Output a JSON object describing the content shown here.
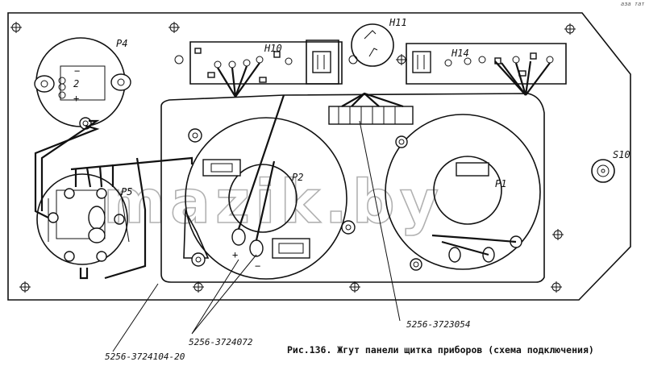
{
  "labels": {
    "p4": "P4",
    "p5": "P5",
    "p2": "P2",
    "p1": "P1",
    "h10": "H10",
    "h11": "H11",
    "h14": "H14",
    "s10": "S10"
  },
  "part_numbers": {
    "harness_main": "5256-3724104-20",
    "harness_mid": "5256-3724072",
    "harness_right": "5256-3723054"
  },
  "polarity": {
    "plus": "+",
    "minus": "−",
    "p4_marks": [
      "−",
      "2",
      "+"
    ]
  },
  "caption": "Рис.136. Жгут панели щитка приборов (схема подключения)",
  "watermark": "mazik.by",
  "corner_note": "аза тат"
}
